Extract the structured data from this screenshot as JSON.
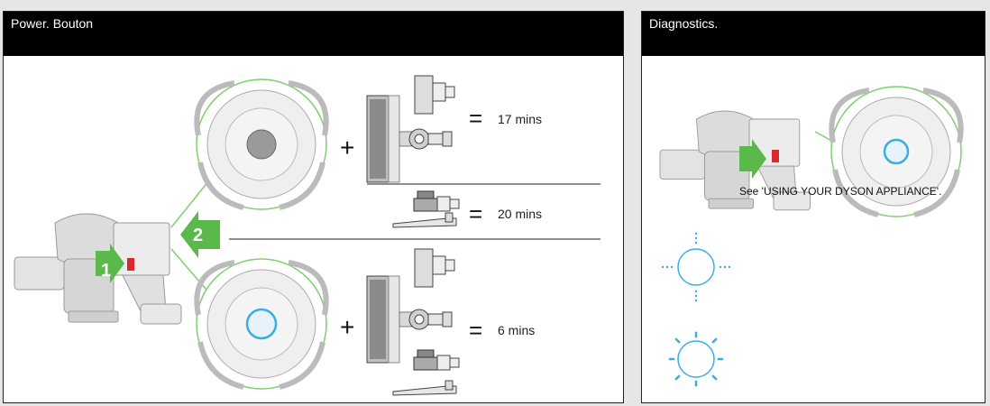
{
  "power_panel": {
    "title": "Power. Bouton",
    "steps": [
      "1",
      "2"
    ],
    "plus_sign": "+",
    "equals_sign": "=",
    "runtimes": [
      "17 mins",
      "20 mins",
      "6 mins"
    ]
  },
  "diagnostics_panel": {
    "title": "Diagnostics.",
    "note": "See 'USING YOUR DYSON APPLIANCE'."
  },
  "colors": {
    "header": "#000000",
    "green_arrow": "#5bb84a",
    "ring": "#7fcf6f",
    "led_blue": "#3aaee0",
    "trigger_red": "#d9282f"
  },
  "icons": [
    "vacuum-icon",
    "power-button-icon",
    "motorhead-tool-icon",
    "combination-tool-icon",
    "crevice-tool-icon",
    "mini-motorhead-icon",
    "led-ring-icon",
    "led-flashing-icon"
  ]
}
